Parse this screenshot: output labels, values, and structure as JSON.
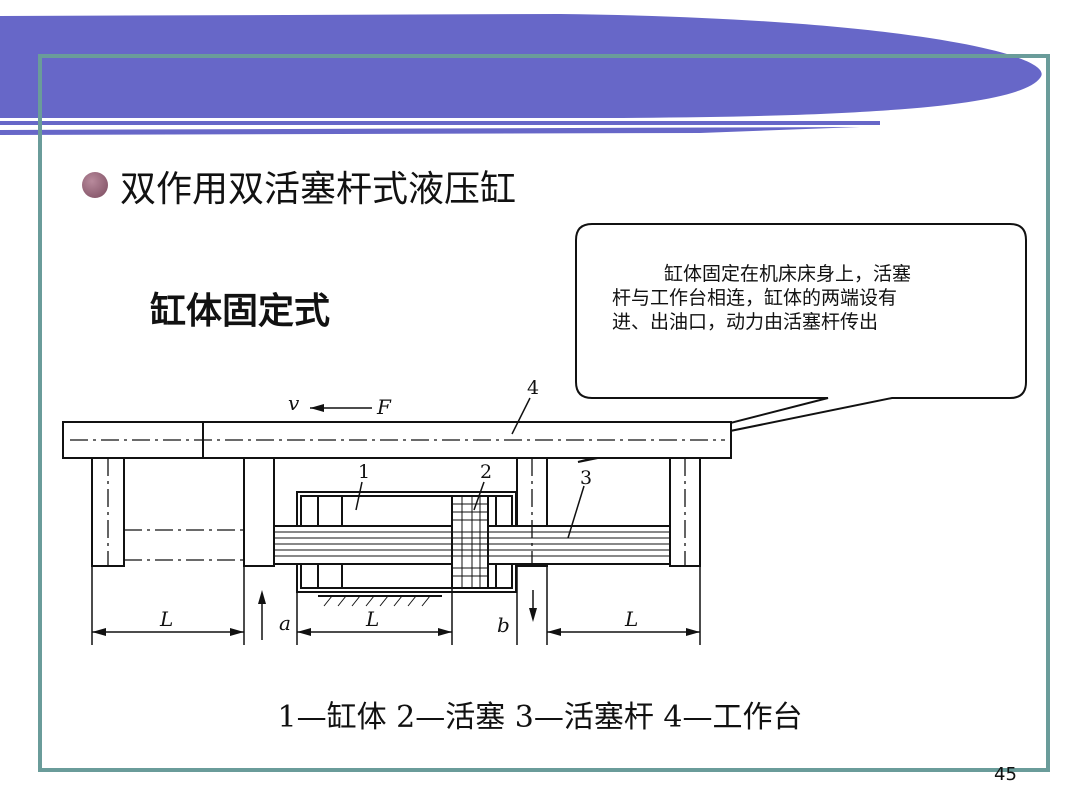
{
  "slide": {
    "title": "双作用双活塞杆式液压缸",
    "subtitle": "缸体固定式",
    "page_number": "45"
  },
  "callout": {
    "line1": "缸体固定在机床床身上，活塞",
    "line2": "杆与工作台相连，缸体的两端设有",
    "line3": "进、出油口，动力由活塞杆传出"
  },
  "caption": "1—缸体  2—活塞  3—活塞杆  4—工作台",
  "diagram_labels": {
    "part1": "1",
    "part2": "2",
    "part3": "3",
    "part4": "4",
    "velocity": "v",
    "force": "F",
    "length_left": "L",
    "length_mid": "L",
    "length_right": "L",
    "port_a": "a",
    "port_b": "b"
  },
  "colors": {
    "banner": "#6767c8",
    "frame": "#6a9c9a",
    "bullet": "#8b5a6e"
  }
}
